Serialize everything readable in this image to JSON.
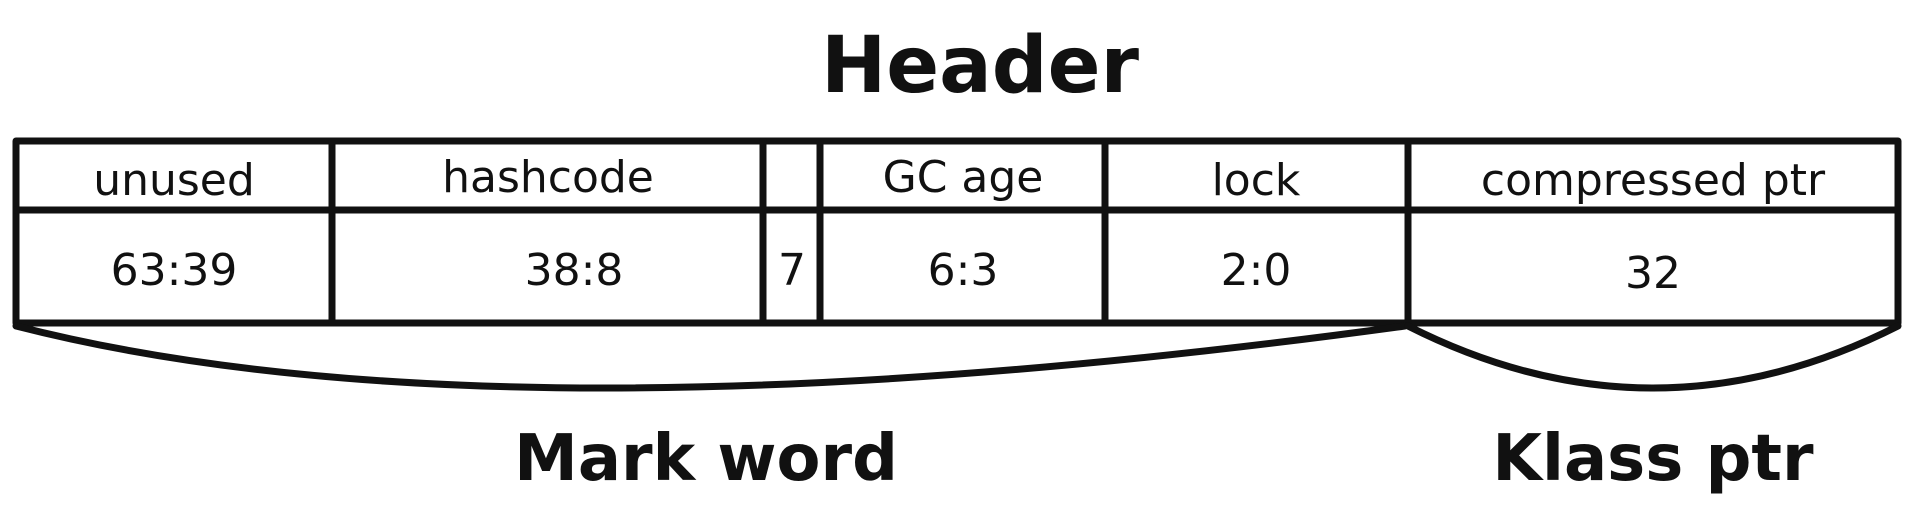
{
  "title": "Header",
  "fields": [
    {
      "name": "unused",
      "bits": "63:39"
    },
    {
      "name": "hashcode",
      "bits": "38:8"
    },
    {
      "name": "",
      "bits": "7"
    },
    {
      "name": "GC age",
      "bits": "6:3"
    },
    {
      "name": "lock",
      "bits": "2:0"
    },
    {
      "name": "compressed ptr",
      "bits": "32"
    }
  ],
  "groups": [
    {
      "label": "Mark word"
    },
    {
      "label": "Klass ptr"
    }
  ],
  "colors": {
    "ink": "#111111",
    "background": "#ffffff"
  }
}
